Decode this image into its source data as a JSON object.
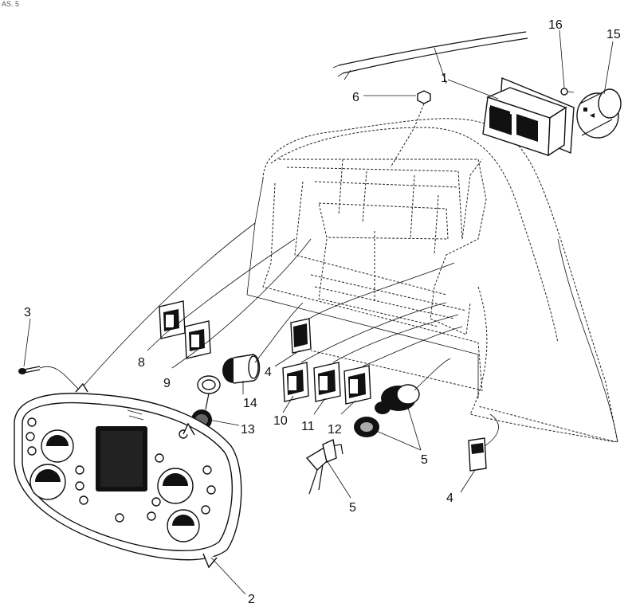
{
  "corner_code": "AS. 5",
  "callouts": [
    "1",
    "2",
    "3",
    "4",
    "5",
    "6",
    "8",
    "9",
    "10",
    "11",
    "12",
    "13",
    "14",
    "15",
    "16"
  ],
  "parts": {
    "cable_harness": "1",
    "instrument_cluster": "2",
    "screw": "3",
    "switch_small": "4",
    "ignition_switch_and_key": "5",
    "nut": "6",
    "rocker_switch_8": "8",
    "rocker_switch_9": "9",
    "rocker_switch_10": "10",
    "rocker_switch_11": "11",
    "rocker_switch_12": "12",
    "socket_cap": "13",
    "cigar_lighter_socket": "14",
    "round_indicator": "15",
    "small_screw": "16"
  }
}
